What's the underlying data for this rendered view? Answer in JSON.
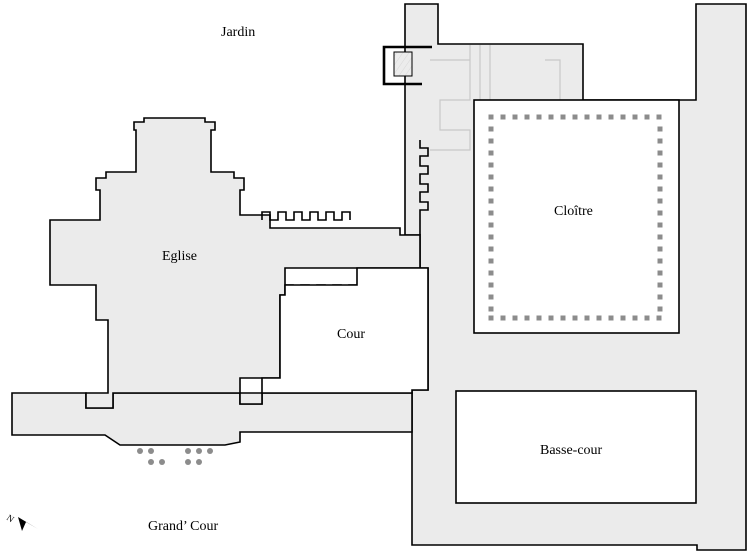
{
  "plan": {
    "labels": {
      "jardin": "Jardin",
      "eglise": "Eglise",
      "cour": "Cour",
      "cloitre": "Cloître",
      "basse_cour": "Basse-cour",
      "grand_cour": "Grand’ Cour"
    },
    "compass": {
      "letter": "N"
    },
    "colors": {
      "wall_fill": "#ebebeb",
      "outline": "#000000",
      "columns": "#8c8c8c",
      "faded_structure": "#c8c8c8"
    }
  }
}
